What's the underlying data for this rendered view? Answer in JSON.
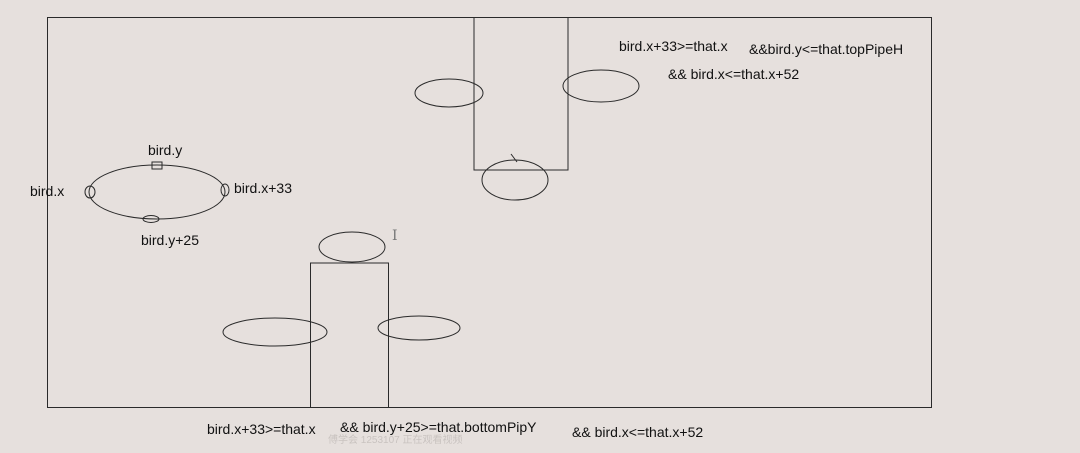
{
  "colors": {
    "background": "#e6e0dd",
    "stroke": "#2a2a2a",
    "text": "#111111",
    "watermark": "#c9c3c0"
  },
  "bird": {
    "top_label": "bird.y",
    "left_label": "bird.x",
    "right_label": "bird.x+33",
    "bottom_label": "bird.y+25"
  },
  "top_pipe": {
    "condition_line1_part1": "bird.x+33>=that.x",
    "condition_line1_part2": "&&bird.y<=that.topPipeH",
    "condition_line2": "&& bird.x<=that.x+52"
  },
  "bottom_pipe": {
    "condition_part1": "bird.x+33>=that.x",
    "condition_part2": "&& bird.y+25>=that.bottomPipY",
    "condition_part3": "&& bird.x<=that.x+52"
  },
  "watermark": "傅学会 1253107 正在观看视频",
  "cursor_glyph": "I"
}
